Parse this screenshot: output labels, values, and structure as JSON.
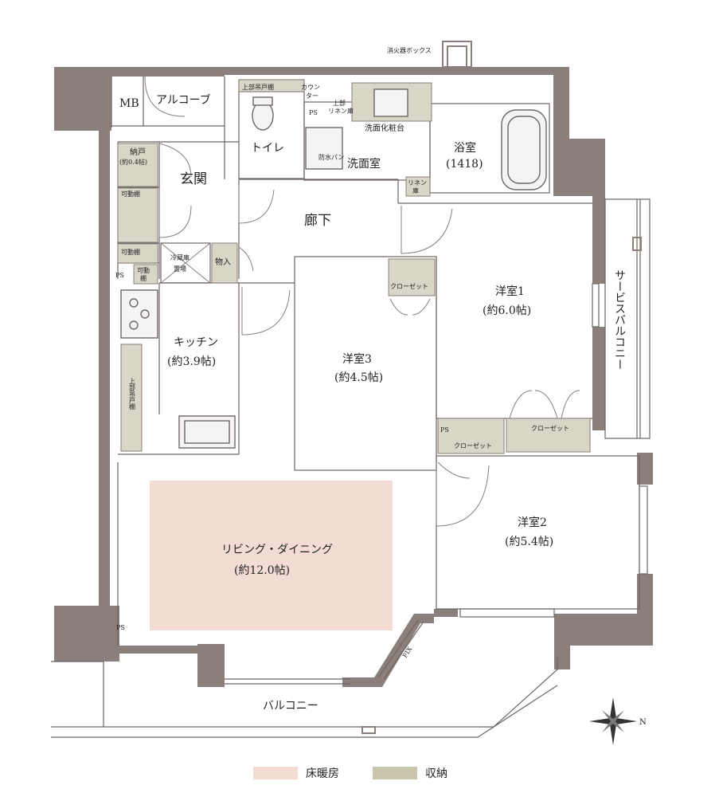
{
  "rooms": {
    "mb": "MB",
    "alcove": "アルコーブ",
    "nando": "納戸",
    "nando_area": "(約0.4帖)",
    "genkan": "玄関",
    "shelf_movable_1": "可動棚",
    "shelf_movable_2": "可動棚",
    "shelf_movable_3a": "可動",
    "shelf_movable_3b": "棚",
    "ps_1": "PS",
    "ps_2": "PS",
    "ps_3": "PS",
    "ps_4": "PS",
    "fridge_1": "冷蔵庫",
    "fridge_2": "置場",
    "monoire": "物入",
    "toilet_upper_shelf": "上部吊戸棚",
    "counter_1": "カウン",
    "counter_2": "ター",
    "toilet": "トイレ",
    "linen_upper_1": "上部",
    "linen_upper_2": "リネン庫",
    "vanity": "洗面化粧台",
    "waterproof_pan": "防水パン",
    "washroom": "洗面室",
    "linen_1": "リネン",
    "linen_2": "庫",
    "bath": "浴室",
    "bath_size": "(1418)",
    "extinguisher": "消火器ボックス",
    "corridor": "廊下",
    "closet_1": "クローゼット",
    "closet_2": "クローゼット",
    "closet_3": "クローゼット",
    "room3": "洋室3",
    "room3_area": "(約4.5帖)",
    "room1": "洋室1",
    "room1_area": "(約6.0帖)",
    "kitchen": "キッチン",
    "kitchen_area": "(約3.9帖)",
    "kitchen_upper_shelf": "上部吊戸棚",
    "service_balcony": "サービスバルコニー",
    "room2": "洋室2",
    "room2_area": "(約5.4帖)",
    "living": "リビング・ダイニング",
    "living_area": "(約12.0帖)",
    "fix": "FIX",
    "balcony": "バルコニー"
  },
  "compass": {
    "label": "N"
  },
  "legend": {
    "items": [
      {
        "label": "床暖房",
        "color": "#f3dcd3"
      },
      {
        "label": "収納",
        "color": "#c9c6ad"
      }
    ]
  },
  "colors": {
    "wall": "#8a7f7b",
    "floor_heating": "#f3dcd3",
    "storage": "#d8d6c6"
  }
}
